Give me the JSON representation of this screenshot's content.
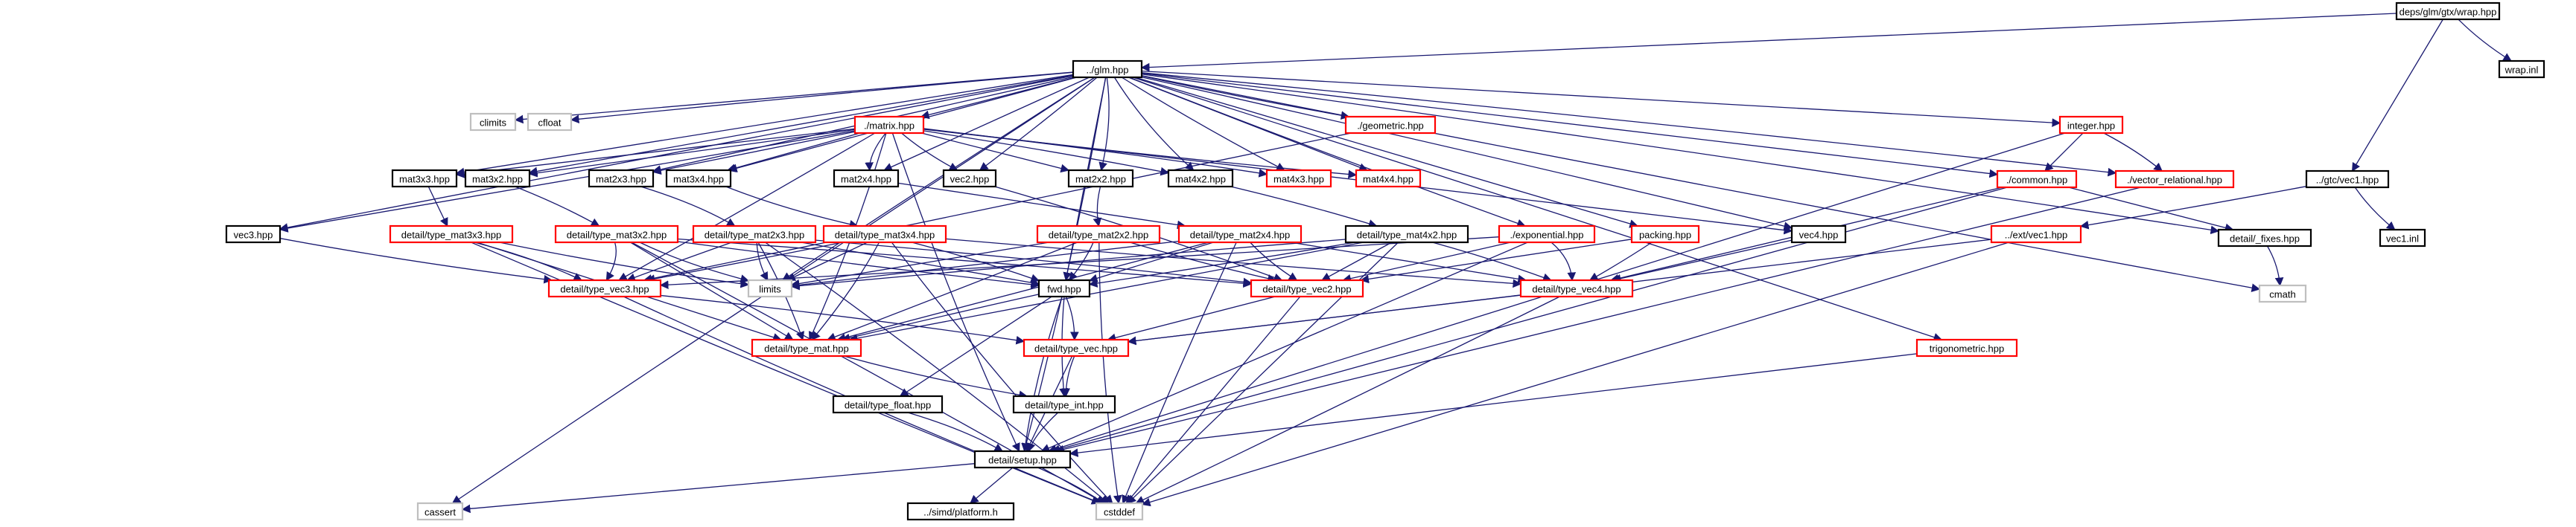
{
  "colors": {
    "root_fill": "#c0c0c0",
    "normal": "#000000",
    "incomplete": "#ff0000",
    "system": "#bfbfbf",
    "edge": "#191970",
    "edge_alt": "#3a3a78"
  },
  "nodes": [
    {
      "id": "wrap_hpp",
      "label": "deps/glm/gtx/wrap.hpp",
      "kind": "root"
    },
    {
      "id": "glm_hpp",
      "label": "../glm.hpp",
      "kind": "normal"
    },
    {
      "id": "wrap_inl",
      "label": "wrap.inl",
      "kind": "normal"
    },
    {
      "id": "gtc_vec1_hpp",
      "label": "../gtc/vec1.hpp",
      "kind": "normal"
    },
    {
      "id": "matrix_hpp",
      "label": "./matrix.hpp",
      "kind": "incomplete"
    },
    {
      "id": "geometric_hpp",
      "label": "./geometric.hpp",
      "kind": "incomplete"
    },
    {
      "id": "integer_hpp",
      "label": "integer.hpp",
      "kind": "incomplete"
    },
    {
      "id": "climits",
      "label": "climits",
      "kind": "system"
    },
    {
      "id": "cfloat",
      "label": "cfloat",
      "kind": "system"
    },
    {
      "id": "mat3x3_hpp",
      "label": "mat3x3.hpp",
      "kind": "normal"
    },
    {
      "id": "mat3x2_hpp",
      "label": "mat3x2.hpp",
      "kind": "normal"
    },
    {
      "id": "mat2x3_hpp",
      "label": "mat2x3.hpp",
      "kind": "normal"
    },
    {
      "id": "mat3x4_hpp",
      "label": "mat3x4.hpp",
      "kind": "normal"
    },
    {
      "id": "mat2x4_hpp",
      "label": "mat2x4.hpp",
      "kind": "normal"
    },
    {
      "id": "vec2_hpp",
      "label": "vec2.hpp",
      "kind": "normal"
    },
    {
      "id": "mat2x2_hpp",
      "label": "mat2x2.hpp",
      "kind": "normal"
    },
    {
      "id": "mat4x2_hpp",
      "label": "mat4x2.hpp",
      "kind": "normal"
    },
    {
      "id": "mat4x3_hpp",
      "label": "mat4x3.hpp",
      "kind": "incomplete"
    },
    {
      "id": "mat4x4_hpp",
      "label": "mat4x4.hpp",
      "kind": "incomplete"
    },
    {
      "id": "common_hpp",
      "label": "./common.hpp",
      "kind": "incomplete"
    },
    {
      "id": "vector_relational_hpp",
      "label": "./vector_relational.hpp",
      "kind": "incomplete"
    },
    {
      "id": "vec1_inl",
      "label": "vec1.inl",
      "kind": "normal"
    },
    {
      "id": "vec3_hpp",
      "label": "vec3.hpp",
      "kind": "normal"
    },
    {
      "id": "type_mat3x3_hpp",
      "label": "detail/type_mat3x3.hpp",
      "kind": "incomplete"
    },
    {
      "id": "type_mat3x2_hpp",
      "label": "detail/type_mat3x2.hpp",
      "kind": "incomplete"
    },
    {
      "id": "type_mat2x3_hpp",
      "label": "detail/type_mat2x3.hpp",
      "kind": "incomplete"
    },
    {
      "id": "type_mat3x4_hpp",
      "label": "detail/type_mat3x4.hpp",
      "kind": "incomplete"
    },
    {
      "id": "type_mat2x2_hpp",
      "label": "detail/type_mat2x2.hpp",
      "kind": "incomplete"
    },
    {
      "id": "type_mat2x4_hpp",
      "label": "detail/type_mat2x4.hpp",
      "kind": "incomplete"
    },
    {
      "id": "type_mat4x2_hpp",
      "label": "detail/type_mat4x2.hpp",
      "kind": "normal"
    },
    {
      "id": "exponential_hpp",
      "label": "./exponential.hpp",
      "kind": "incomplete"
    },
    {
      "id": "packing_hpp",
      "label": "packing.hpp",
      "kind": "incomplete"
    },
    {
      "id": "vec4_hpp",
      "label": "vec4.hpp",
      "kind": "normal"
    },
    {
      "id": "ext_vec1_hpp",
      "label": "../ext/vec1.hpp",
      "kind": "incomplete"
    },
    {
      "id": "fixes_hpp",
      "label": "detail/_fixes.hpp",
      "kind": "normal"
    },
    {
      "id": "cmath",
      "label": "cmath",
      "kind": "system"
    },
    {
      "id": "limits",
      "label": "limits",
      "kind": "system"
    },
    {
      "id": "type_vec3_hpp",
      "label": "detail/type_vec3.hpp",
      "kind": "incomplete"
    },
    {
      "id": "fwd_hpp",
      "label": "fwd.hpp",
      "kind": "normal"
    },
    {
      "id": "type_vec2_hpp",
      "label": "detail/type_vec2.hpp",
      "kind": "incomplete"
    },
    {
      "id": "type_vec4_hpp",
      "label": "detail/type_vec4.hpp",
      "kind": "incomplete"
    },
    {
      "id": "type_mat_hpp",
      "label": "detail/type_mat.hpp",
      "kind": "incomplete"
    },
    {
      "id": "type_vec_hpp",
      "label": "detail/type_vec.hpp",
      "kind": "incomplete"
    },
    {
      "id": "trigonometric_hpp",
      "label": "trigonometric.hpp",
      "kind": "incomplete"
    },
    {
      "id": "type_float_hpp",
      "label": "detail/type_float.hpp",
      "kind": "normal"
    },
    {
      "id": "type_int_hpp",
      "label": "detail/type_int.hpp",
      "kind": "normal"
    },
    {
      "id": "setup_hpp",
      "label": "detail/setup.hpp",
      "kind": "normal"
    },
    {
      "id": "cassert",
      "label": "cassert",
      "kind": "system"
    },
    {
      "id": "platform_h",
      "label": "../simd/platform.h",
      "kind": "normal"
    },
    {
      "id": "cstddef",
      "label": "cstddef",
      "kind": "system"
    }
  ],
  "edges": [
    [
      "wrap_hpp",
      "glm_hpp"
    ],
    [
      "wrap_hpp",
      "wrap_inl"
    ],
    [
      "wrap_hpp",
      "gtc_vec1_hpp"
    ],
    [
      "glm_hpp",
      "climits"
    ],
    [
      "glm_hpp",
      "cfloat"
    ],
    [
      "glm_hpp",
      "matrix_hpp"
    ],
    [
      "glm_hpp",
      "geometric_hpp"
    ],
    [
      "glm_hpp",
      "integer_hpp"
    ],
    [
      "glm_hpp",
      "mat3x3_hpp"
    ],
    [
      "glm_hpp",
      "mat3x2_hpp"
    ],
    [
      "glm_hpp",
      "mat2x3_hpp"
    ],
    [
      "glm_hpp",
      "mat3x4_hpp"
    ],
    [
      "glm_hpp",
      "mat2x4_hpp"
    ],
    [
      "glm_hpp",
      "vec2_hpp"
    ],
    [
      "glm_hpp",
      "mat2x2_hpp"
    ],
    [
      "glm_hpp",
      "mat4x2_hpp"
    ],
    [
      "glm_hpp",
      "mat4x3_hpp"
    ],
    [
      "glm_hpp",
      "mat4x4_hpp"
    ],
    [
      "glm_hpp",
      "common_hpp"
    ],
    [
      "glm_hpp",
      "vector_relational_hpp"
    ],
    [
      "glm_hpp",
      "vec3_hpp"
    ],
    [
      "glm_hpp",
      "exponential_hpp"
    ],
    [
      "glm_hpp",
      "packing_hpp"
    ],
    [
      "glm_hpp",
      "vec4_hpp"
    ],
    [
      "glm_hpp",
      "fixes_hpp"
    ],
    [
      "glm_hpp",
      "cmath"
    ],
    [
      "glm_hpp",
      "limits"
    ],
    [
      "glm_hpp",
      "fwd_hpp"
    ],
    [
      "glm_hpp",
      "trigonometric_hpp"
    ],
    [
      "glm_hpp",
      "setup_hpp"
    ],
    [
      "glm_hpp",
      "cassert"
    ],
    [
      "matrix_hpp",
      "mat3x3_hpp"
    ],
    [
      "matrix_hpp",
      "mat3x2_hpp"
    ],
    [
      "matrix_hpp",
      "mat2x3_hpp"
    ],
    [
      "matrix_hpp",
      "mat3x4_hpp"
    ],
    [
      "matrix_hpp",
      "mat2x4_hpp"
    ],
    [
      "matrix_hpp",
      "vec2_hpp"
    ],
    [
      "matrix_hpp",
      "mat2x2_hpp"
    ],
    [
      "matrix_hpp",
      "mat4x2_hpp"
    ],
    [
      "matrix_hpp",
      "mat4x3_hpp"
    ],
    [
      "matrix_hpp",
      "mat4x4_hpp"
    ],
    [
      "matrix_hpp",
      "vec3_hpp"
    ],
    [
      "matrix_hpp",
      "vec4_hpp"
    ],
    [
      "matrix_hpp",
      "type_vec3_hpp"
    ],
    [
      "matrix_hpp",
      "type_mat_hpp"
    ],
    [
      "matrix_hpp",
      "setup_hpp"
    ],
    [
      "geometric_hpp",
      "type_vec3_hpp"
    ],
    [
      "integer_hpp",
      "common_hpp"
    ],
    [
      "integer_hpp",
      "vector_relational_hpp"
    ],
    [
      "integer_hpp",
      "setup_hpp"
    ],
    [
      "gtc_vec1_hpp",
      "ext_vec1_hpp"
    ],
    [
      "gtc_vec1_hpp",
      "vec1_inl"
    ],
    [
      "mat3x3_hpp",
      "type_mat3x3_hpp"
    ],
    [
      "mat3x2_hpp",
      "type_mat3x2_hpp"
    ],
    [
      "mat2x3_hpp",
      "type_mat2x3_hpp"
    ],
    [
      "mat3x4_hpp",
      "type_mat3x4_hpp"
    ],
    [
      "mat2x2_hpp",
      "type_mat2x2_hpp"
    ],
    [
      "mat2x4_hpp",
      "type_mat2x4_hpp"
    ],
    [
      "mat4x2_hpp",
      "type_mat4x2_hpp"
    ],
    [
      "vec2_hpp",
      "type_vec2_hpp"
    ],
    [
      "vec3_hpp",
      "type_vec3_hpp"
    ],
    [
      "vec4_hpp",
      "type_vec4_hpp"
    ],
    [
      "common_hpp",
      "fixes_hpp"
    ],
    [
      "common_hpp",
      "setup_hpp"
    ],
    [
      "common_hpp",
      "type_vec4_hpp"
    ],
    [
      "vector_relational_hpp",
      "setup_hpp"
    ],
    [
      "ext_vec1_hpp",
      "type_vec_hpp"
    ],
    [
      "ext_vec1_hpp",
      "cstddef"
    ],
    [
      "fixes_hpp",
      "cmath"
    ],
    [
      "type_mat3x3_hpp",
      "type_vec3_hpp"
    ],
    [
      "type_mat3x3_hpp",
      "limits"
    ],
    [
      "type_mat3x3_hpp",
      "cstddef"
    ],
    [
      "type_mat3x3_hpp",
      "type_mat_hpp"
    ],
    [
      "type_mat3x2_hpp",
      "type_vec2_hpp"
    ],
    [
      "type_mat3x2_hpp",
      "type_vec3_hpp"
    ],
    [
      "type_mat3x2_hpp",
      "limits"
    ],
    [
      "type_mat3x2_hpp",
      "fwd_hpp"
    ],
    [
      "type_mat3x2_hpp",
      "type_mat_hpp"
    ],
    [
      "type_mat3x2_hpp",
      "cstddef"
    ],
    [
      "type_mat2x3_hpp",
      "type_vec2_hpp"
    ],
    [
      "type_mat2x3_hpp",
      "type_vec3_hpp"
    ],
    [
      "type_mat2x3_hpp",
      "limits"
    ],
    [
      "type_mat2x3_hpp",
      "fwd_hpp"
    ],
    [
      "type_mat2x3_hpp",
      "type_mat_hpp"
    ],
    [
      "type_mat2x3_hpp",
      "cstddef"
    ],
    [
      "type_mat3x4_hpp",
      "type_vec3_hpp"
    ],
    [
      "type_mat3x4_hpp",
      "type_vec4_hpp"
    ],
    [
      "type_mat3x4_hpp",
      "limits"
    ],
    [
      "type_mat3x4_hpp",
      "fwd_hpp"
    ],
    [
      "type_mat3x4_hpp",
      "type_mat_hpp"
    ],
    [
      "type_mat3x4_hpp",
      "cstddef"
    ],
    [
      "type_mat2x2_hpp",
      "type_vec2_hpp"
    ],
    [
      "type_mat2x2_hpp",
      "limits"
    ],
    [
      "type_mat2x2_hpp",
      "fwd_hpp"
    ],
    [
      "type_mat2x2_hpp",
      "type_mat_hpp"
    ],
    [
      "type_mat2x2_hpp",
      "cstddef"
    ],
    [
      "type_mat2x4_hpp",
      "type_vec2_hpp"
    ],
    [
      "type_mat2x4_hpp",
      "type_vec4_hpp"
    ],
    [
      "type_mat2x4_hpp",
      "limits"
    ],
    [
      "type_mat2x4_hpp",
      "fwd_hpp"
    ],
    [
      "type_mat2x4_hpp",
      "type_mat_hpp"
    ],
    [
      "type_mat2x4_hpp",
      "cstddef"
    ],
    [
      "type_mat4x2_hpp",
      "type_vec2_hpp"
    ],
    [
      "type_mat4x2_hpp",
      "type_vec4_hpp"
    ],
    [
      "type_mat4x2_hpp",
      "limits"
    ],
    [
      "type_mat4x2_hpp",
      "fwd_hpp"
    ],
    [
      "type_mat4x2_hpp",
      "type_mat_hpp"
    ],
    [
      "type_mat4x2_hpp",
      "cstddef"
    ],
    [
      "exponential_hpp",
      "type_vec2_hpp"
    ],
    [
      "exponential_hpp",
      "type_vec4_hpp"
    ],
    [
      "exponential_hpp",
      "type_vec3_hpp"
    ],
    [
      "exponential_hpp",
      "setup_hpp"
    ],
    [
      "packing_hpp",
      "type_vec2_hpp"
    ],
    [
      "packing_hpp",
      "type_vec4_hpp"
    ],
    [
      "type_vec3_hpp",
      "type_vec_hpp"
    ],
    [
      "type_vec3_hpp",
      "cstddef"
    ],
    [
      "fwd_hpp",
      "type_int_hpp"
    ],
    [
      "fwd_hpp",
      "type_float_hpp"
    ],
    [
      "fwd_hpp",
      "type_vec_hpp"
    ],
    [
      "fwd_hpp",
      "type_mat_hpp"
    ],
    [
      "fwd_hpp",
      "setup_hpp"
    ],
    [
      "type_vec2_hpp",
      "type_vec_hpp"
    ],
    [
      "type_vec2_hpp",
      "cstddef"
    ],
    [
      "type_vec4_hpp",
      "type_vec_hpp"
    ],
    [
      "type_vec4_hpp",
      "cstddef"
    ],
    [
      "type_mat_hpp",
      "type_int_hpp"
    ],
    [
      "type_vec_hpp",
      "type_int_hpp"
    ],
    [
      "type_vec_hpp",
      "setup_hpp"
    ],
    [
      "trigonometric_hpp",
      "setup_hpp"
    ],
    [
      "type_float_hpp",
      "setup_hpp"
    ],
    [
      "type_int_hpp",
      "setup_hpp"
    ],
    [
      "setup_hpp",
      "cassert"
    ],
    [
      "setup_hpp",
      "platform_h"
    ],
    [
      "setup_hpp",
      "cstddef"
    ]
  ]
}
